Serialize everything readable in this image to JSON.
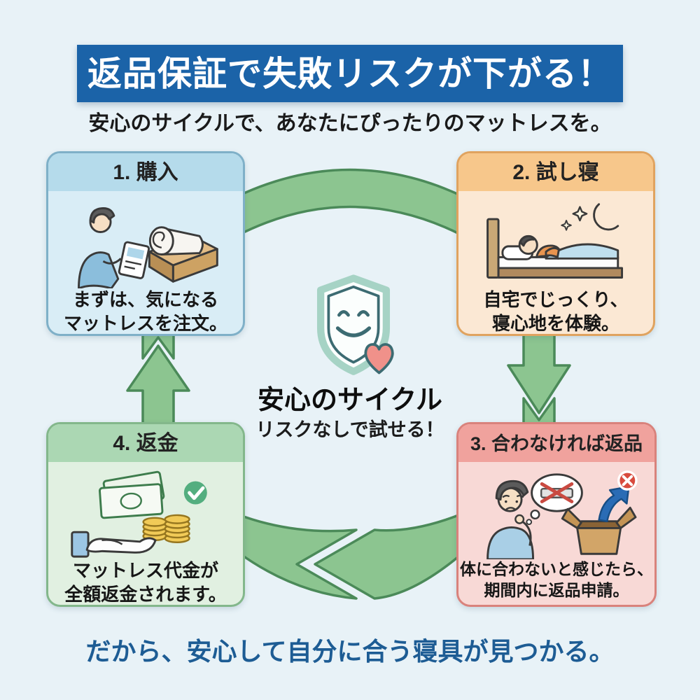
{
  "title": "返品保証で失敗リスクが下がる！",
  "subtitle": "安心のサイクルで、あなたにぴったりのマットレスを。",
  "center": {
    "heading": "安心のサイクル",
    "subheading": "リスクなしで試せる！",
    "icon": "shield-smile-heart-icon"
  },
  "steps": [
    {
      "label": "1. 購入",
      "caption_line1": "まずは、気になる",
      "caption_line2": "マットレスを注文。",
      "icon": "person-ordering-tablet-mattress-icon",
      "header_color": "#b5dbeb",
      "body_color": "#d9edf6",
      "border_color": "#7fb0c8"
    },
    {
      "label": "2. 試し寝",
      "caption_line1": "自宅でじっくり、",
      "caption_line2": "寝心地を体験。",
      "icon": "person-sleeping-bed-moon-icon",
      "header_color": "#f7c78b",
      "body_color": "#fbe8d4",
      "border_color": "#e0a35f"
    },
    {
      "label": "3. 合わなければ返品",
      "caption_line1": "体に合わないと感じたら、",
      "caption_line2": "期間内に返品申請。",
      "icon": "worried-person-return-box-icon",
      "header_color": "#f0a29d",
      "body_color": "#f8d9d6",
      "border_color": "#d9827c"
    },
    {
      "label": "4. 返金",
      "caption_line1": "マットレス代金が",
      "caption_line2": "全額返金されます。",
      "icon": "hand-money-refund-check-icon",
      "header_color": "#abd7b3",
      "body_color": "#e1f0e1",
      "border_color": "#83b78b"
    }
  ],
  "footer": "だから、安心して自分に合う寝具が見つかる。",
  "colors": {
    "background": "#e8f2f7",
    "title_banner_bg": "#1b63a8",
    "title_text": "#ffffff",
    "subtitle_text": "#1a1a1a",
    "footer_text": "#1d5c94",
    "arrow_fill": "#8cc590",
    "arrow_stroke": "#4b8a59",
    "shield_band": "#a6d3c5",
    "shield_line": "#3c6b72",
    "heart": "#f0918a",
    "badge_red": "#d84b3e",
    "check_green": "#53ae7f"
  }
}
